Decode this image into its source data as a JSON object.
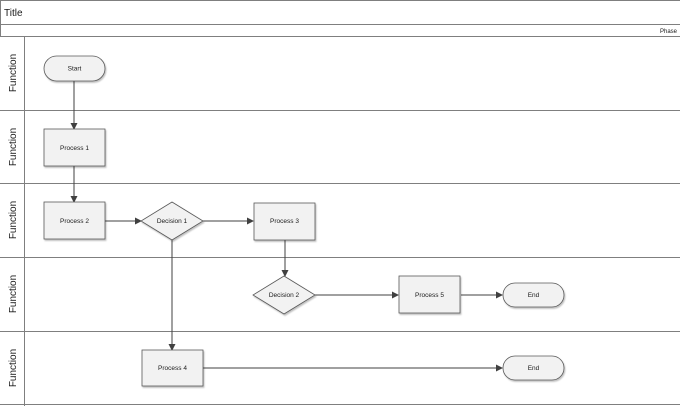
{
  "title": "Title",
  "phase_label": "Phase",
  "lanes": [
    {
      "label": "Function"
    },
    {
      "label": "Function"
    },
    {
      "label": "Function"
    },
    {
      "label": "Function"
    },
    {
      "label": "Function"
    }
  ],
  "nodes": {
    "start": "Start",
    "process_1": "Process 1",
    "process_2": "Process 2",
    "decision_1": "Decision 1",
    "process_3": "Process 3",
    "decision_2": "Decision 2",
    "process_5": "Process 5",
    "end_1": "End",
    "process_4": "Process 4",
    "end_2": "End"
  },
  "colors": {
    "shape_fill": "#f2f2f2",
    "shape_stroke": "#595959",
    "border": "#7f7f7f",
    "connector": "#404040"
  }
}
